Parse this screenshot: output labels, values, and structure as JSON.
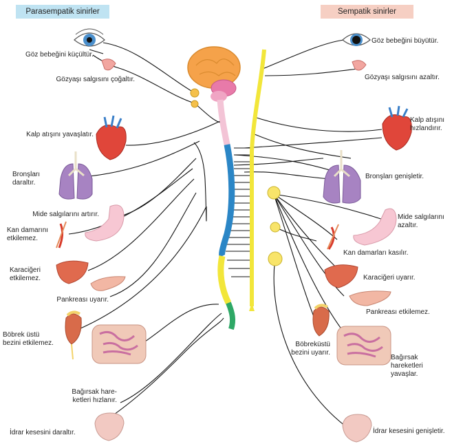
{
  "headers": {
    "left": "Parasempatik sinirler",
    "right": "Sempatik sinirler"
  },
  "header_colors": {
    "left": "#bfe3f2",
    "right": "#f6cfc3"
  },
  "left_labels": [
    "Göz bebeğini küçültür.",
    "Gözyaşı salgısını çoğaltır.",
    "Kalp atışını yavaşlatır.",
    "Bronşları\ndaraltır.",
    "Mide salgılarını artırır.",
    "Kan damarını\netkilemez.",
    "Karaciğeri\netkilemez.",
    "Pankreası uyarır.",
    "Böbrek üstü\nbezini etkilemez.",
    "Bağırsak hare-\nketleri hızlanır.",
    "İdrar kesesini daraltır."
  ],
  "right_labels": [
    "Göz bebeğini büyütür.",
    "Gözyaşı salgısını azaltır.",
    "Kalp atışını\nhızlandırır.",
    "Bronşları genişletir.",
    "Mide salgılarını\nazaltır.",
    "Kan damarları kasılır.",
    "Karaciğeri uyarır.",
    "Pankreası etkilemez.",
    "Böbreküstü\nbezini uyarır.",
    "Bağırsak\nhareketleri\nyavaşlar.",
    "İdrar kesesini genişletir."
  ],
  "icons": {
    "eye": "eye-icon",
    "lacrimal": "lacrimal-gland-icon",
    "heart": "heart-icon",
    "lungs": "lungs-icon",
    "stomach": "stomach-icon",
    "vessel": "blood-vessel-icon",
    "liver": "liver-icon",
    "pancreas": "pancreas-icon",
    "kidney": "kidney-adrenal-icon",
    "intestine": "intestine-icon",
    "bladder": "bladder-icon",
    "brain": "brain-icon"
  }
}
